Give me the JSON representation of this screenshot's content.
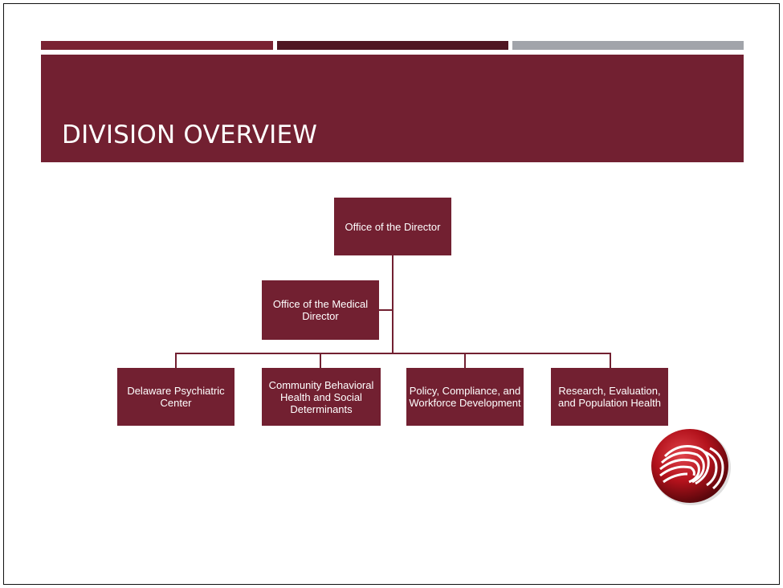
{
  "slide": {
    "title": "DIVISION OVERVIEW"
  },
  "org_chart": {
    "top": "Office of the Director",
    "staff": "Office of the Medical Director",
    "units": [
      "Delaware Psychiatric Center",
      "Community Behavioral Health and Social Determinants",
      "Policy, Compliance, and Workforce Development",
      "Research, Evaluation, and Population Health"
    ]
  },
  "colors": {
    "brand_maroon": "#722031",
    "stripe_dark": "#4f1622",
    "stripe_gray": "#a1a4aa"
  },
  "icons": {
    "logo": "agency-logo-icon"
  }
}
